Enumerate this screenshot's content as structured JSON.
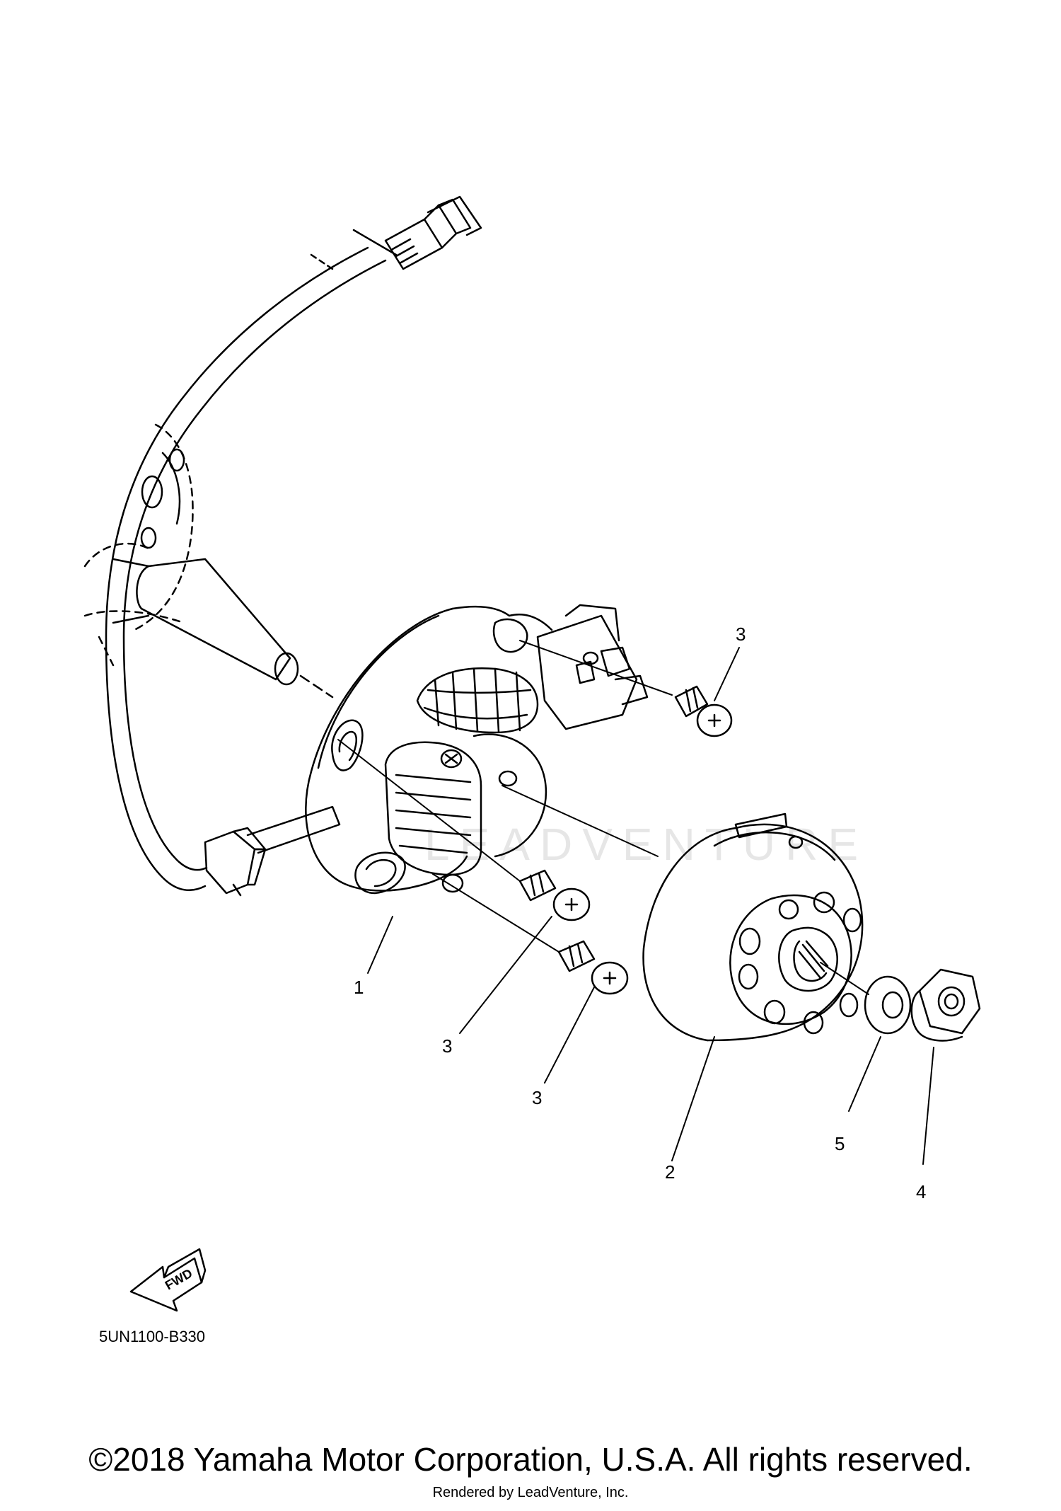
{
  "diagram": {
    "callouts": [
      {
        "id": "c1",
        "label": "1"
      },
      {
        "id": "c2",
        "label": "2"
      },
      {
        "id": "c3a",
        "label": "3"
      },
      {
        "id": "c3b",
        "label": "3"
      },
      {
        "id": "c3c",
        "label": "3"
      },
      {
        "id": "c4",
        "label": "4"
      },
      {
        "id": "c5",
        "label": "5"
      }
    ],
    "fwd_label": "FWD",
    "part_code": "5UN1100-B330",
    "watermark": "LEADVENTURE"
  },
  "footer": {
    "copyright": "©2018 Yamaha Motor Corporation, U.S.A. All rights reserved.",
    "rendered_by": "Rendered by LeadVenture, Inc."
  }
}
